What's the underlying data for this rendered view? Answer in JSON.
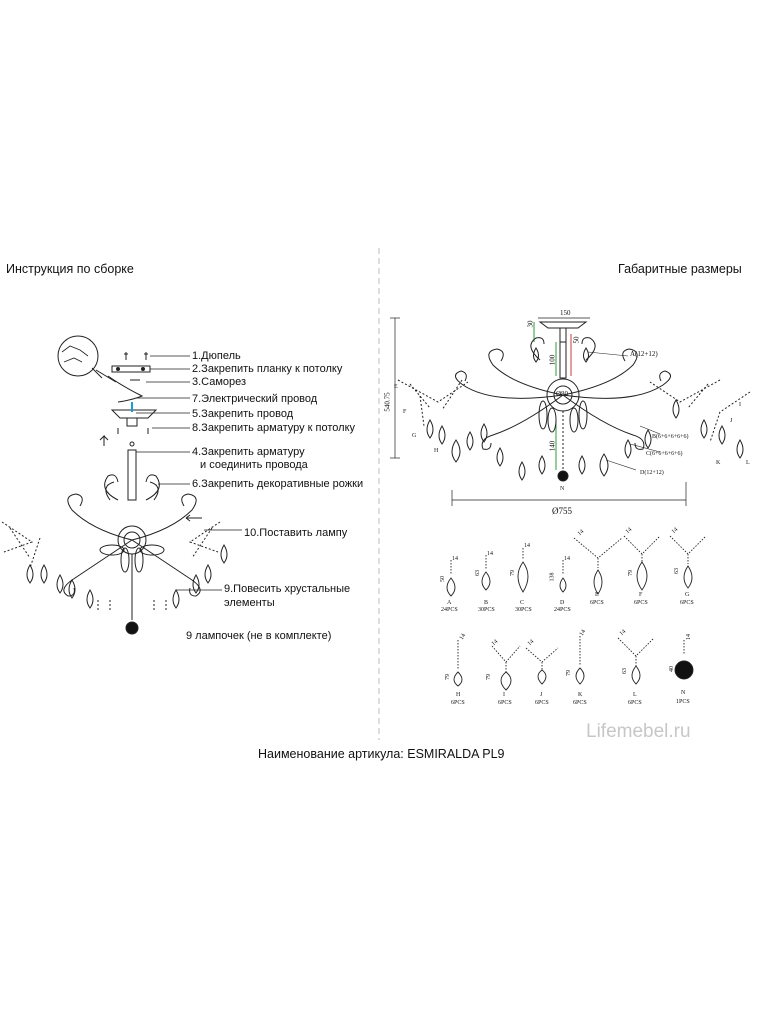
{
  "left_title": "Инструкция по сборке",
  "right_title": "Габаритные размеры",
  "steps": [
    "1.Дюпель",
    "2.Закрепить планку к потолку",
    "3.Саморез",
    "7.Электрический провод",
    "5.Закрепить провод",
    "8.Закрепить арматуру к потолку",
    "4.Закрепить арматуру",
    "и соединить провода",
    "6.Закрепить декоративные рожки",
    "10.Поставить лампу",
    "9.Повесить хрустальные",
    "элементы"
  ],
  "bulbs_note": "9 лампочек (не в комплекте)",
  "article": "Наименование артикула: ESMIRALDA PL9",
  "watermark": "Lifemebel.ru",
  "dims": {
    "d150": "150",
    "d30": "30",
    "d50": "50",
    "d100": "100",
    "d140": "140",
    "d54075": "540.75",
    "d80": "Ø80",
    "d755": "Ø755"
  },
  "callouts": {
    "a": "A(12+12)",
    "b": "B(6+6+6+6+6)",
    "c": "C(6+6+6+6+6)",
    "d": "D(12+12)",
    "e": "E",
    "f": "F",
    "g": "G",
    "h": "H",
    "i": "I",
    "j": "J",
    "k": "K",
    "l": "L",
    "n": "N"
  },
  "parts": [
    {
      "letter": "A",
      "qty": "24PCS",
      "dim": "50"
    },
    {
      "letter": "B",
      "qty": "30PCS",
      "dim": "63"
    },
    {
      "letter": "C",
      "qty": "30PCS",
      "dim": "79"
    },
    {
      "letter": "D",
      "qty": "24PCS",
      "dim": "138"
    },
    {
      "letter": "E",
      "qty": "6PCS",
      "dim": ""
    },
    {
      "letter": "F",
      "qty": "6PCS",
      "dim": "79"
    },
    {
      "letter": "G",
      "qty": "6PCS",
      "dim": "63"
    },
    {
      "letter": "H",
      "qty": "6PCS",
      "dim": "79"
    },
    {
      "letter": "I",
      "qty": "6PCS",
      "dim": "79"
    },
    {
      "letter": "J",
      "qty": "6PCS",
      "dim": ""
    },
    {
      "letter": "K",
      "qty": "6PCS",
      "dim": "79"
    },
    {
      "letter": "L",
      "qty": "6PCS",
      "dim": "63"
    },
    {
      "letter": "N",
      "qty": "1PCS",
      "dim": "40"
    }
  ],
  "part_tops": [
    "14",
    "14",
    "14",
    "14",
    "14",
    "14",
    "14",
    "14",
    "14",
    "14",
    "14",
    "14",
    "14"
  ]
}
